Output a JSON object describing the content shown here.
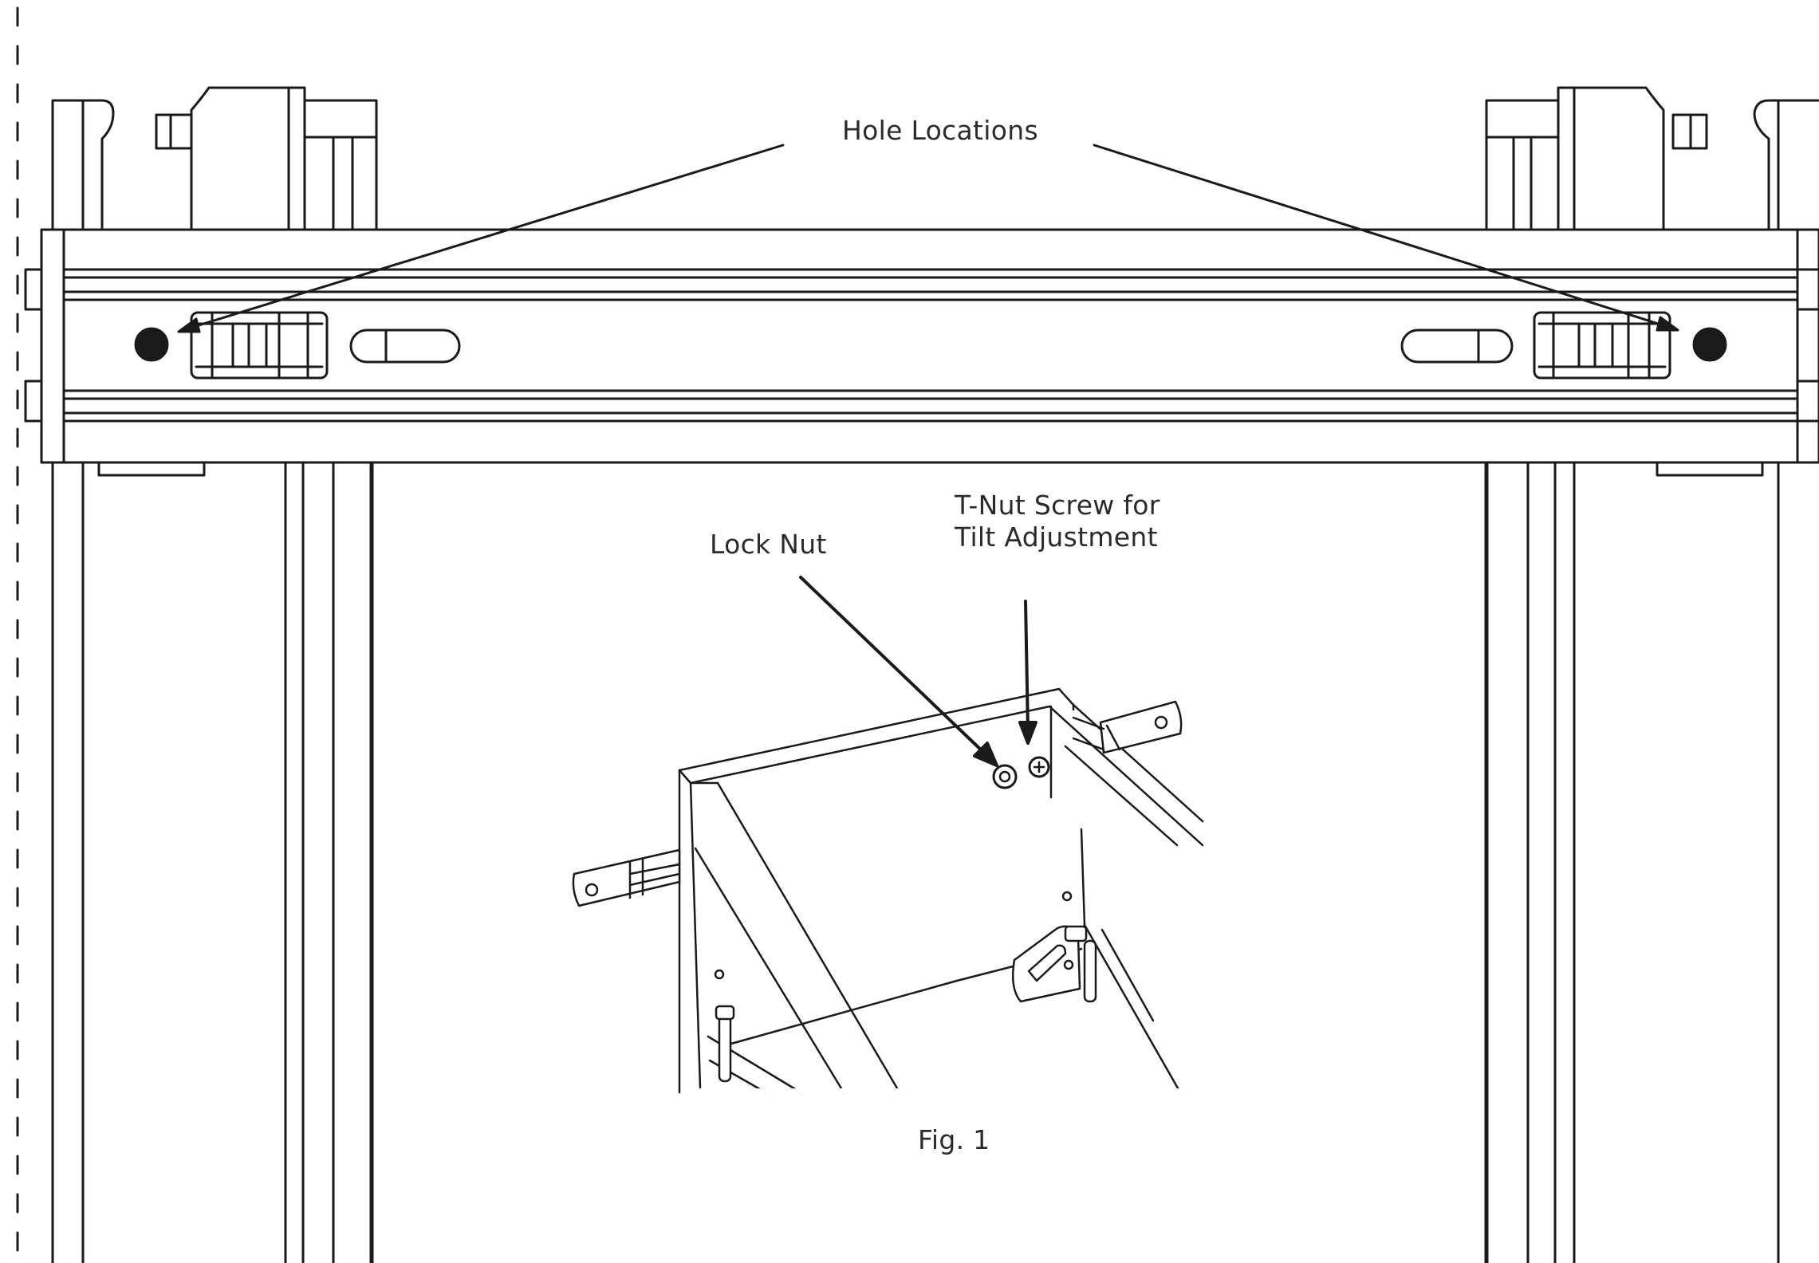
{
  "labels": {
    "hole_locations": "Hole Locations",
    "lock_nut": "Lock Nut",
    "tnut_line1": "T-Nut Screw for",
    "tnut_line2": "Tilt Adjustment",
    "figure": "Fig. 1"
  },
  "colors": {
    "line": "#1a1a1a",
    "text": "#2b2b2b",
    "background": "#ffffff"
  }
}
